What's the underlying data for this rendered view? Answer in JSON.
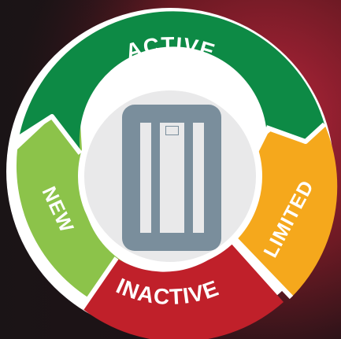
{
  "colors": {
    "active": "#0d8a45",
    "limited": "#f5a81c",
    "inactive": "#c0202a",
    "new": "#8cc34a",
    "ring_outline": "#ffffff",
    "center_fill": "#e9e9ea",
    "device_color": "#7a8e9c"
  },
  "stages": {
    "active": {
      "label": "ACTIVE"
    },
    "limited": {
      "label": "LIMITED"
    },
    "inactive": {
      "label": "INACTIVE"
    },
    "new": {
      "label": "NEW"
    }
  },
  "center": {
    "icon": "drive-device-icon"
  }
}
